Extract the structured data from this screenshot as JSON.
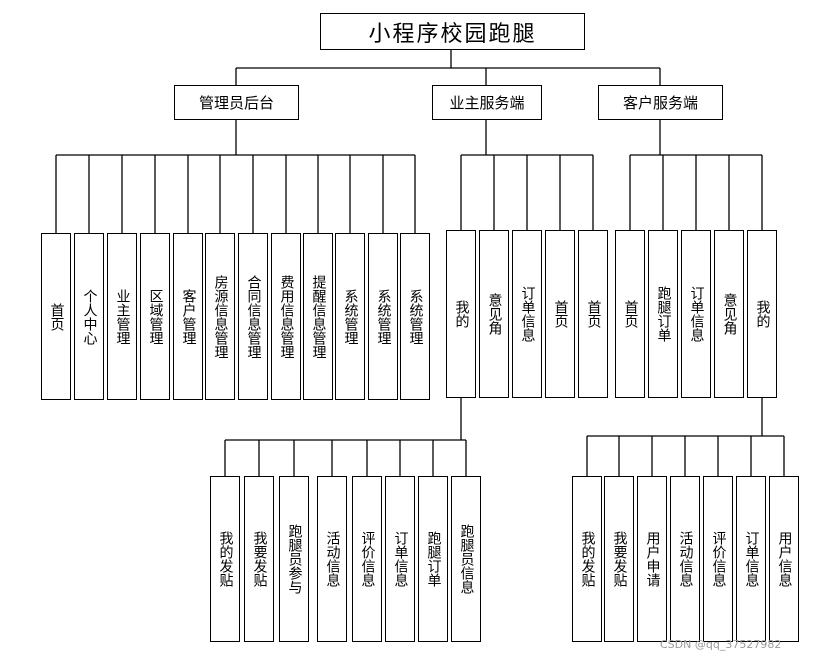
{
  "root": "小程序校园跑腿",
  "branches": {
    "admin": {
      "label": "管理员后台",
      "items": [
        "首页",
        "个人中心",
        "业主管理",
        "区域管理",
        "客户管理",
        "房源信息管理",
        "合同信息管理",
        "费用信息管理",
        "提醒信息管理",
        "系统管理",
        "系统管理",
        "系统管理"
      ]
    },
    "owner": {
      "label": "业主服务端",
      "items": [
        "我的",
        "意见角",
        "订单信息",
        "首页",
        "首页"
      ],
      "sub_items": [
        "我的发贴",
        "我要发贴",
        "跑腿员参与",
        "活动信息",
        "评价信息",
        "订单信息",
        "跑腿订单",
        "跑腿员信息"
      ]
    },
    "client": {
      "label": "客户服务端",
      "items": [
        "首页",
        "跑腿订单",
        "订单信息",
        "意见角",
        "我的"
      ],
      "sub_items": [
        "我的发贴",
        "我要发贴",
        "用户申请",
        "活动信息",
        "评价信息",
        "订单信息",
        "用户信息"
      ]
    }
  },
  "watermark": "CSDN @qq_37527982"
}
